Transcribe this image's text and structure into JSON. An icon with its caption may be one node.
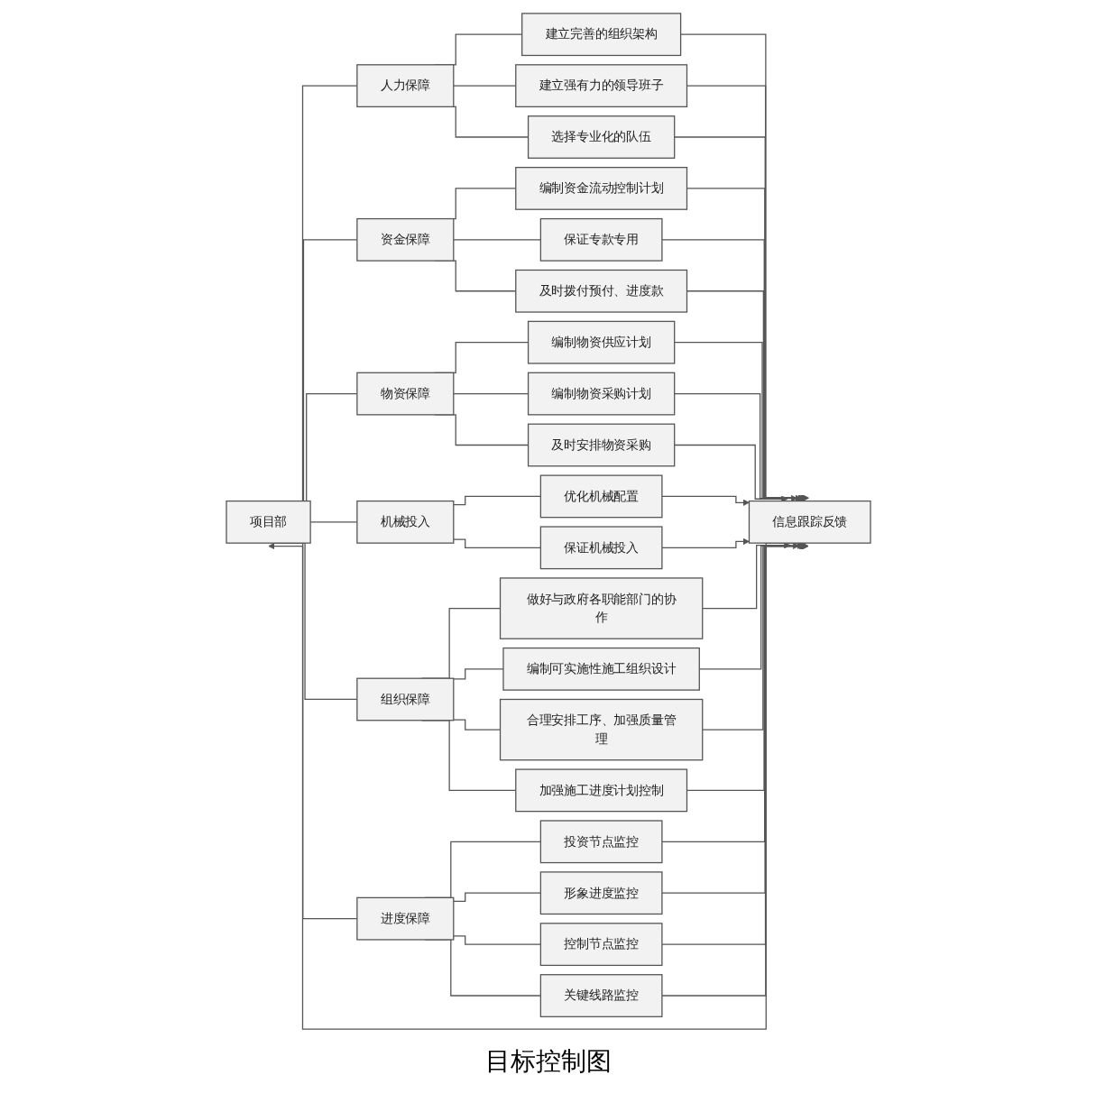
{
  "diagram": {
    "caption": "目标控制图",
    "nodes": [
      {
        "text": [
          "项目部"
        ]
      },
      {
        "text": [
          "人力保障"
        ]
      },
      {
        "text": [
          "建立完善的组织架构"
        ]
      },
      {
        "text": [
          "建立强有力的领导班子"
        ]
      },
      {
        "text": [
          "选择专业化的队伍"
        ]
      },
      {
        "text": [
          "资金保障"
        ]
      },
      {
        "text": [
          "编制资金流动控制计划"
        ]
      },
      {
        "text": [
          "保证专款专用"
        ]
      },
      {
        "text": [
          "及时拨付预付、进度款"
        ]
      },
      {
        "text": [
          "物资保障"
        ]
      },
      {
        "text": [
          "编制物资供应计划"
        ]
      },
      {
        "text": [
          "编制物资采购计划"
        ]
      },
      {
        "text": [
          "及时安排物资采购"
        ]
      },
      {
        "text": [
          "机械投入"
        ]
      },
      {
        "text": [
          "优化机械配置"
        ]
      },
      {
        "text": [
          "保证机械投入"
        ]
      },
      {
        "text": [
          "组织保障"
        ]
      },
      {
        "text": [
          "做好与政府各职能部门的协作"
        ]
      },
      {
        "text": [
          "编制可实施性施工组织设计"
        ]
      },
      {
        "text": [
          "合理安排工序、加强质量管理"
        ]
      },
      {
        "text": [
          "加强施工进度计划控制"
        ]
      },
      {
        "text": [
          "进度保障"
        ]
      },
      {
        "text": [
          "投资节点监控"
        ]
      },
      {
        "text": [
          "形象进度监控"
        ]
      },
      {
        "text": [
          "控制节点监控"
        ]
      },
      {
        "text": [
          "关键线路监控"
        ]
      },
      {
        "text": [
          "信息跟踪反馈"
        ]
      }
    ],
    "edges": [
      {
        "from": 0,
        "to": 1,
        "arrow": "none"
      },
      {
        "from": 0,
        "to": 5,
        "arrow": "none"
      },
      {
        "from": 0,
        "to": 9,
        "arrow": "none"
      },
      {
        "from": 0,
        "to": 13,
        "arrow": "none"
      },
      {
        "from": 0,
        "to": 16,
        "arrow": "none"
      },
      {
        "from": 0,
        "to": 21,
        "arrow": "none"
      },
      {
        "from": 1,
        "to": 2,
        "arrow": "none"
      },
      {
        "from": 1,
        "to": 3,
        "arrow": "none"
      },
      {
        "from": 1,
        "to": 4,
        "arrow": "none"
      },
      {
        "from": 5,
        "to": 6,
        "arrow": "none"
      },
      {
        "from": 5,
        "to": 7,
        "arrow": "none"
      },
      {
        "from": 5,
        "to": 8,
        "arrow": "none"
      },
      {
        "from": 9,
        "to": 10,
        "arrow": "none"
      },
      {
        "from": 9,
        "to": 11,
        "arrow": "none"
      },
      {
        "from": 9,
        "to": 12,
        "arrow": "none"
      },
      {
        "from": 13,
        "to": 14,
        "arrow": "none"
      },
      {
        "from": 13,
        "to": 15,
        "arrow": "none"
      },
      {
        "from": 16,
        "to": 17,
        "arrow": "none"
      },
      {
        "from": 16,
        "to": 18,
        "arrow": "none"
      },
      {
        "from": 16,
        "to": 19,
        "arrow": "none"
      },
      {
        "from": 16,
        "to": 20,
        "arrow": "none"
      },
      {
        "from": 21,
        "to": 22,
        "arrow": "none"
      },
      {
        "from": 21,
        "to": 23,
        "arrow": "none"
      },
      {
        "from": 21,
        "to": 24,
        "arrow": "none"
      },
      {
        "from": 21,
        "to": 25,
        "arrow": "none"
      },
      {
        "from": 2,
        "to": 26,
        "arrow": "to"
      },
      {
        "from": 3,
        "to": 26,
        "arrow": "to"
      },
      {
        "from": 4,
        "to": 26,
        "arrow": "to"
      },
      {
        "from": 6,
        "to": 26,
        "arrow": "to"
      },
      {
        "from": 7,
        "to": 26,
        "arrow": "to"
      },
      {
        "from": 8,
        "to": 26,
        "arrow": "to"
      },
      {
        "from": 10,
        "to": 26,
        "arrow": "to"
      },
      {
        "from": 11,
        "to": 26,
        "arrow": "to"
      },
      {
        "from": 12,
        "to": 26,
        "arrow": "to"
      },
      {
        "from": 14,
        "to": 26,
        "arrow": "to"
      },
      {
        "from": 15,
        "to": 26,
        "arrow": "to"
      },
      {
        "from": 17,
        "to": 26,
        "arrow": "to"
      },
      {
        "from": 18,
        "to": 26,
        "arrow": "to"
      },
      {
        "from": 19,
        "to": 26,
        "arrow": "to"
      },
      {
        "from": 20,
        "to": 26,
        "arrow": "to"
      },
      {
        "from": 22,
        "to": 26,
        "arrow": "to"
      },
      {
        "from": 23,
        "to": 26,
        "arrow": "to"
      },
      {
        "from": 24,
        "to": 26,
        "arrow": "to"
      },
      {
        "from": 25,
        "to": 26,
        "arrow": "to"
      },
      {
        "from": 26,
        "to": 0,
        "arrow": "to"
      }
    ]
  }
}
